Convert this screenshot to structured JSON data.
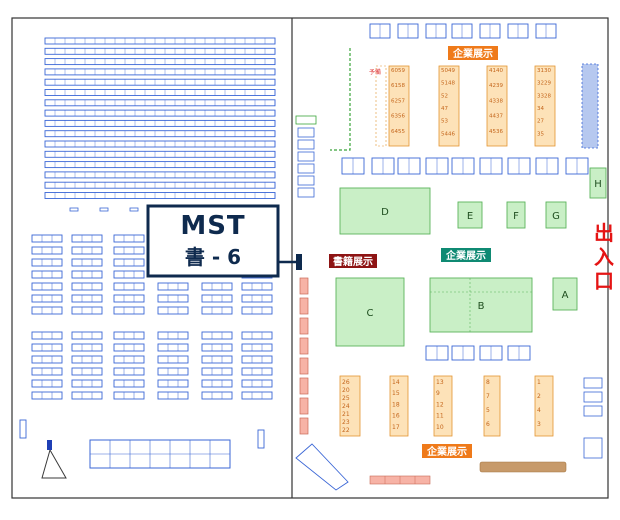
{
  "callout": {
    "logo": "MST",
    "booth_label": "書 - 6"
  },
  "labels": {
    "corporate_exhibit_top": "企業展示",
    "corporate_exhibit_middle": "企業展示",
    "corporate_exhibit_bottom": "企業展示",
    "book_exhibit": "書籍展示",
    "exit_entrance": [
      "出",
      "入",
      "口"
    ],
    "reserve": "予備"
  },
  "zones": [
    {
      "id": "zone-d",
      "label": "D"
    },
    {
      "id": "zone-e",
      "label": "E"
    },
    {
      "id": "zone-f",
      "label": "F"
    },
    {
      "id": "zone-g",
      "label": "G"
    },
    {
      "id": "zone-h",
      "label": "H"
    },
    {
      "id": "zone-c",
      "label": "C"
    },
    {
      "id": "zone-b",
      "label": "B"
    },
    {
      "id": "zone-a",
      "label": "A"
    }
  ],
  "booth_columns_top": [
    [
      "6059",
      "6158",
      "6257",
      "6356",
      "6455"
    ],
    [
      "5049",
      "5148",
      "52",
      "47",
      "53",
      "5446"
    ],
    [
      "4140",
      "4239",
      "4338",
      "4437",
      "4536"
    ],
    [
      "3130",
      "3229",
      "3328",
      "34",
      "27",
      "35"
    ]
  ],
  "booth_columns_bottom": [
    [
      "26",
      "20",
      "25",
      "24",
      "21",
      "23",
      "22"
    ],
    [
      "14",
      "15",
      "18",
      "16",
      "17"
    ],
    [
      "13",
      "9",
      "12",
      "11",
      "10"
    ],
    [
      "8",
      "7",
      "5",
      "6"
    ],
    [
      "1",
      "2",
      "4",
      "3"
    ]
  ],
  "colors": {
    "seat_blue": "#3a66d6",
    "booth_orange_fill": "#fde2b8",
    "booth_orange_stroke": "#e39531",
    "zone_green_fill": "#c9efc6",
    "zone_green_stroke": "#5bb45b",
    "label_orange": "#ef7a1a",
    "label_teal": "#0f8a73",
    "label_darkred": "#8e1414",
    "exit_red": "#e51414",
    "callout_navy": "#0e2a4e",
    "pink_booth": "#f7b3a6",
    "brown_bar": "#c79a6a"
  }
}
